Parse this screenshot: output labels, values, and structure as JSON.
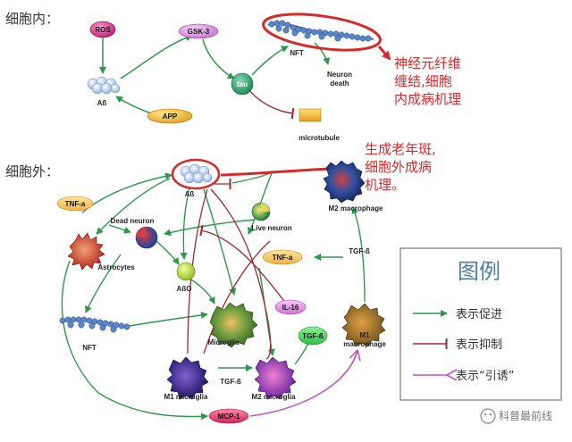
{
  "sections": {
    "intracellular": "细胞内：",
    "extracellular": "细胞外："
  },
  "annotations": {
    "tangle_line1": "神经元纤维",
    "tangle_line2": "缠结,细胞",
    "tangle_line3": "内成病机理",
    "plaque_line1": "生成老年斑,",
    "plaque_line2": "细胞外成病",
    "plaque_line3": "机理。"
  },
  "nodes": {
    "ros": "ROS",
    "gsk3": "GSK-3",
    "abeta_top": "Aß",
    "app": "APP",
    "tau": "tau",
    "nft_top": "NFT",
    "neuron_death_1": "Neuron",
    "neuron_death_2": "death",
    "microtubule": "microtubule",
    "abeta_mid": "Aß",
    "m2_macrophage": "M2 macrophage",
    "tnfa_left": "TNF-a",
    "dead_neuron": "Dead neuron",
    "live_neuron": "Live neuron",
    "astrocytes": "Astrocytes",
    "abo": "AßO",
    "tnfa_right": "TNF-a",
    "tgfb_top": "TGF-ß",
    "il16": "IL-16",
    "microglia": "Microglia",
    "tgfb_green": "TGF-ß",
    "m1_macrophage_1": "M1",
    "m1_macrophage_2": "macrophage",
    "nft_bottom": "NFT",
    "m1_microglia": "M1 microglia",
    "tgfb_bottom": "TGF-ß",
    "m2_microglia": "M2 microglia",
    "mcp1": "MCP-1"
  },
  "legend": {
    "title": "图例",
    "promote": "表示促进",
    "inhibit": "表示抑制",
    "induce": "表示“引诱”"
  },
  "watermark": "科普最前线",
  "colors": {
    "promote": "#2a9a4a",
    "inhibit": "#a02830",
    "induce": "#c050c8",
    "highlight": "#d42a2a",
    "legend_title": "#4a7fa8"
  }
}
